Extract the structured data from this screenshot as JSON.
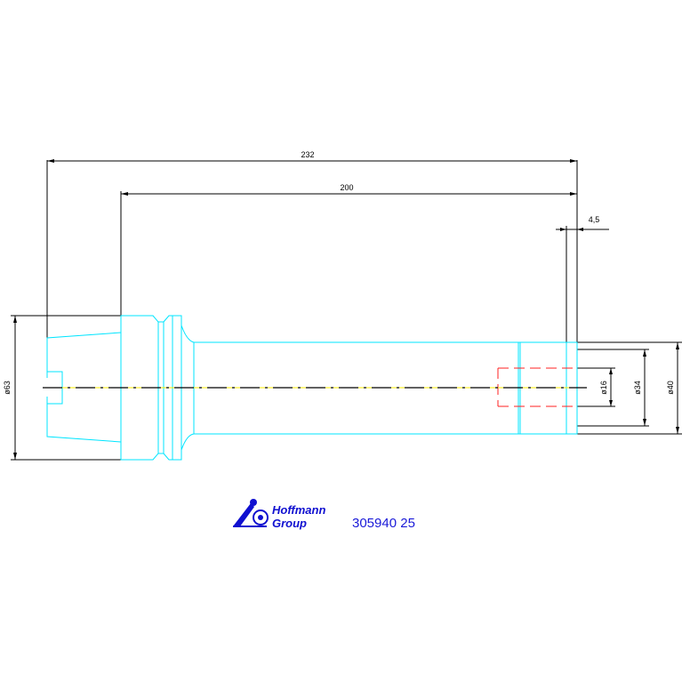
{
  "dimensions": {
    "overall_length": "232",
    "gauge_length": "200",
    "end_offset": "4,5",
    "flange_diameter": "ø63",
    "bore_diameter": "ø16",
    "step_diameter": "ø34",
    "shank_diameter": "ø40"
  },
  "logo": {
    "brand_line1": "Hoffmann",
    "brand_line2": "Group"
  },
  "part_number": "305940 25",
  "colors": {
    "part_outline": "#00e5ff",
    "hidden_lines": "#ff2020",
    "dimension_lines": "#000000",
    "center_line": "#ffee00",
    "logo": "#1010d0"
  }
}
